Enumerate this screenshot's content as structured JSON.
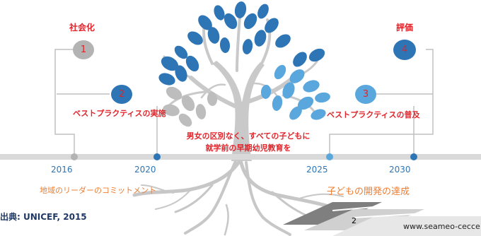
{
  "slide_number": "2",
  "source_credit": "出典: UNICEF, 2015",
  "website": "www.seameo-cecce",
  "tree_caption": [
    "男女の区別なく、すべての子どもに",
    "就学前の早期幼児教育を"
  ],
  "milestones": [
    {
      "number": "1",
      "label": "社会化",
      "color": "#b3b3b3",
      "text_color": "#e0242a"
    },
    {
      "number": "2",
      "label": "ベストプラクティスの実施",
      "color": "#2e75b6",
      "text_color": "#e0242a"
    },
    {
      "number": "3",
      "label": "ベストプラクティスの普及",
      "color": "#5aa7de",
      "text_color": "#e0242a"
    },
    {
      "number": "4",
      "label": "評価",
      "color": "#2e75b6",
      "text_color": "#e0242a"
    }
  ],
  "timeline": {
    "years": [
      "2016",
      "2020",
      "2025",
      "2030"
    ],
    "left_note": "地域のリーダーのコミットメント",
    "right_note": "子どもの開発の達成"
  },
  "colors": {
    "dark_blue": "#2e75b6",
    "light_blue": "#5aa7de",
    "gray": "#b3b3b3",
    "red": "#e0242a",
    "orange": "#ef7d31",
    "navy": "#1f3864"
  }
}
